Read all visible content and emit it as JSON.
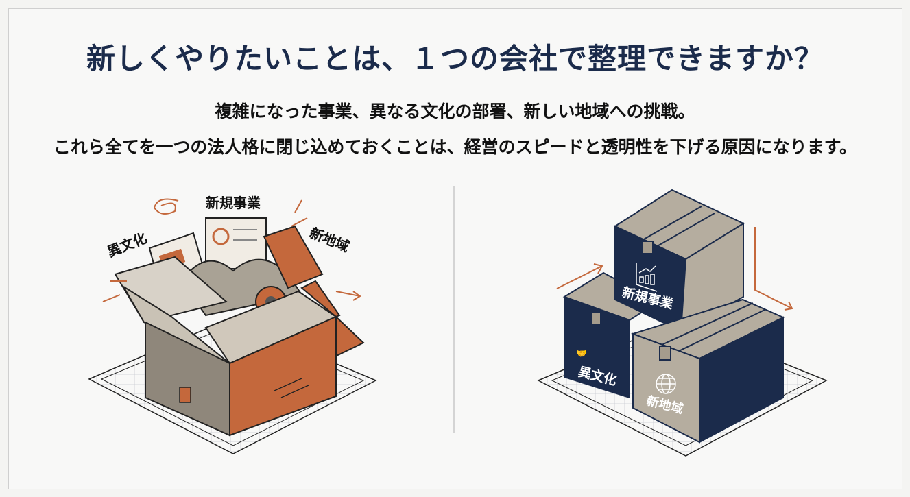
{
  "title": "新しくやりたいことは、１つの会社で整理できますか？",
  "subtitle_lines": [
    "複雑になった事業、異なる文化の部署、新しい地域への挑戦。",
    "これら全てを一つの法人格に閉じ込めておくことは、経営のスピードと透明性を下げる原因になります。"
  ],
  "left_illustration": {
    "labels": [
      "新規事業",
      "異文化",
      "新地域"
    ]
  },
  "right_illustration": {
    "boxes": [
      {
        "label": "新規事業",
        "icon": "chart-icon"
      },
      {
        "label": "異文化",
        "icon": "handshake-icon"
      },
      {
        "label": "新地域",
        "icon": "globe-icon"
      }
    ]
  },
  "colors": {
    "navy": "#1b2b4b",
    "orange": "#c4683c",
    "tan": "#b5ad9f"
  }
}
